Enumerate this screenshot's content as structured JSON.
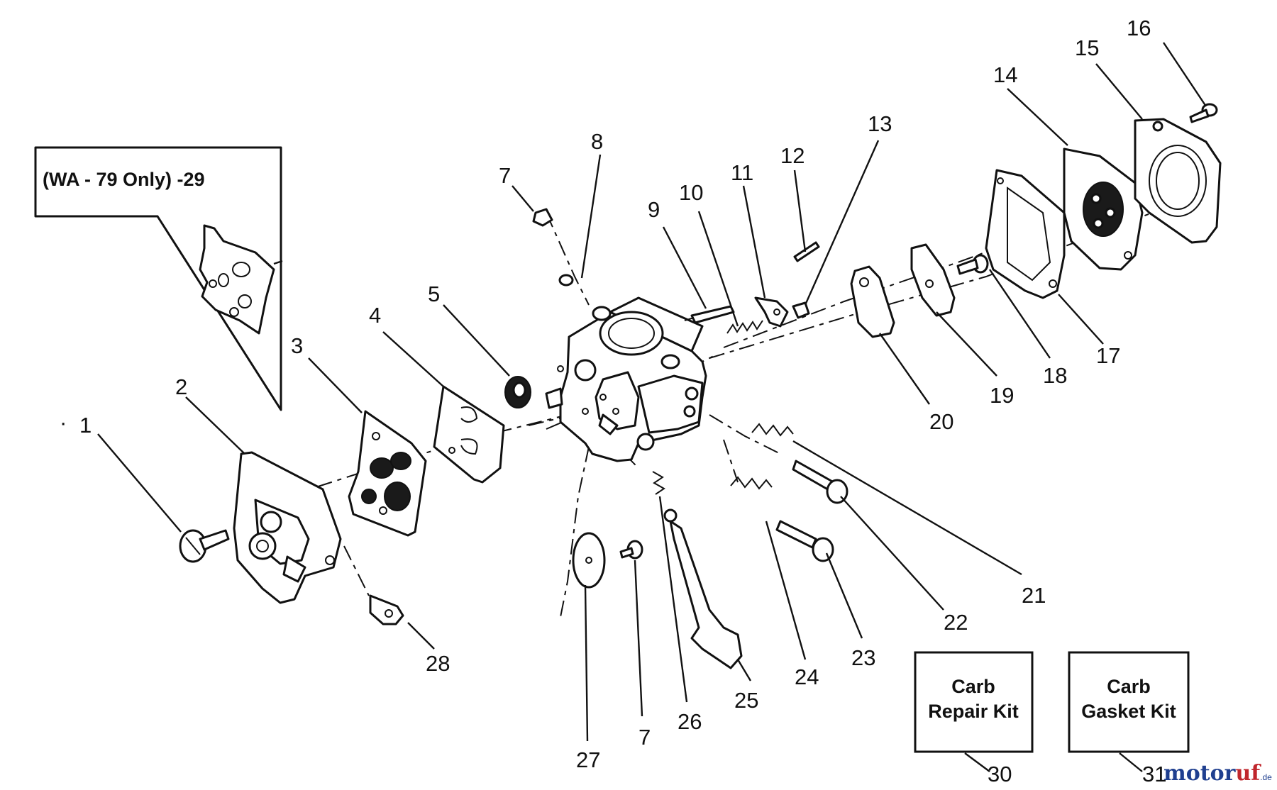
{
  "inset_box": {
    "label": "(WA - 79 Only) -29"
  },
  "callouts": {
    "c1": "1",
    "c2": "2",
    "c3": "3",
    "c4": "4",
    "c5": "5",
    "c6": "7",
    "c7": "8",
    "c8": "9",
    "c9": "10",
    "c10": "11",
    "c11": "12",
    "c12": "13",
    "c13": "14",
    "c14": "15",
    "c15": "16",
    "c16": "17",
    "c17": "18",
    "c18": "19",
    "c19": "20",
    "c20": "21",
    "c21": "22",
    "c22": "23",
    "c23": "24",
    "c24": "25",
    "c25": "26",
    "c26": "7",
    "c27": "27",
    "c28": "28",
    "c30": "30",
    "c31": "31"
  },
  "kits": {
    "repair": {
      "line1": "Carb",
      "line2": "Repair Kit"
    },
    "gasket": {
      "line1": "Carb",
      "line2": "Gasket Kit"
    }
  },
  "watermark": {
    "part1": "motor",
    "part2": "uf",
    "suffix": ".de"
  }
}
